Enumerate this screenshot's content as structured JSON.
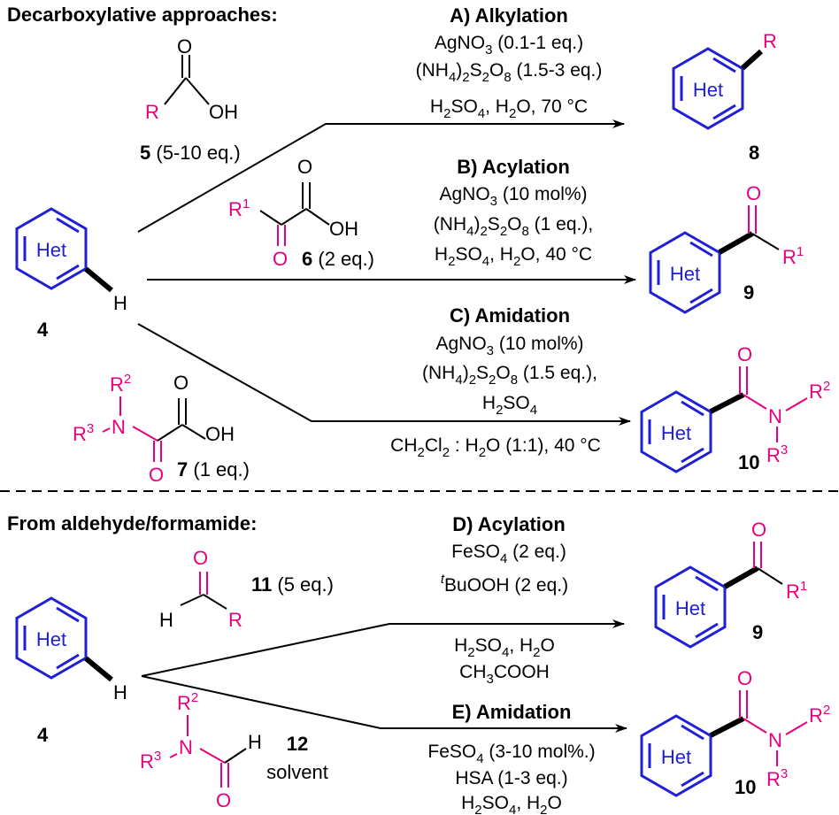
{
  "headers": {
    "top": "Decarboxylative approaches:",
    "bottom": "From aldehyde/formamide:"
  },
  "colors": {
    "substituent": "#e6007e",
    "ring": "#1f1fd6",
    "bond": "#000000"
  },
  "atoms": {
    "het": "Het",
    "h": "H",
    "o": "O",
    "oh": "OH",
    "n": "N",
    "r": "R",
    "r_base": "R",
    "r1_sup": "1",
    "r2_sup": "2",
    "r3_sup": "3"
  },
  "compounds": {
    "c4": "4",
    "c5": "5",
    "c5_eq": " (5-10 eq.)",
    "c6": "6",
    "c6_eq": " (2 eq.)",
    "c7": "7",
    "c7_eq": " (1 eq.)",
    "c8": "8",
    "c9": "9",
    "c10": "10",
    "c11": "11",
    "c11_eq": " (5 eq.)",
    "c12": "12",
    "c12_note": "solvent"
  },
  "reactions": {
    "A": {
      "title": "A) Alkylation",
      "l1_a": "AgNO",
      "l1_s": "3",
      "l1_b": " (0.1-1 eq.)",
      "l2_a": "(NH",
      "l2_s1": "4",
      "l2_b": ")",
      "l2_s2": "2",
      "l2_c": "S",
      "l2_s3": "2",
      "l2_d": "O",
      "l2_s4": "8",
      "l2_e": " (1.5-3 eq.)",
      "l3_a": "H",
      "l3_s1": "2",
      "l3_b": "SO",
      "l3_s2": "4",
      "l3_c": ", H",
      "l3_s3": "2",
      "l3_d": "O, 70  °C"
    },
    "B": {
      "title": "B) Acylation",
      "l1_a": "AgNO",
      "l1_s": "3",
      "l1_b": " (10 mol%)",
      "l2_a": "(NH",
      "l2_s1": "4",
      "l2_b": ")",
      "l2_s2": "2",
      "l2_c": "S",
      "l2_s3": "2",
      "l2_d": "O",
      "l2_s4": "8",
      "l2_e": " (1 eq.),",
      "l3_a": "H",
      "l3_s1": "2",
      "l3_b": "SO",
      "l3_s2": "4",
      "l3_c": ", H",
      "l3_s3": "2",
      "l3_d": "O, 40  °C"
    },
    "C": {
      "title": "C) Amidation",
      "l1_a": "AgNO",
      "l1_s": "3",
      "l1_b": " (10 mol%)",
      "l2_a": "(NH",
      "l2_s1": "4",
      "l2_b": ")",
      "l2_s2": "2",
      "l2_c": "S",
      "l2_s3": "2",
      "l2_d": "O",
      "l2_s4": "8",
      "l2_e": " (1.5 eq.),",
      "l3_a": "H",
      "l3_s1": "2",
      "l3_b": "SO",
      "l3_s2": "4",
      "l4_a": "CH",
      "l4_s1": "2",
      "l4_b": "Cl",
      "l4_s2": "2",
      "l4_c": " : H",
      "l4_s3": "2",
      "l4_d": "O (1:1), 40  °C"
    },
    "D": {
      "title": "D) Acylation",
      "l1_a": "FeSO",
      "l1_s": "4",
      "l1_b": " (2 eq.)",
      "l2_sup": "t",
      "l2_a": "BuOOH (2 eq.)",
      "l3_a": "H",
      "l3_s1": "2",
      "l3_b": "SO",
      "l3_s2": "4",
      "l3_c": ", H",
      "l3_s3": "2",
      "l3_d": "O",
      "l4_a": "CH",
      "l4_s1": "3",
      "l4_b": "COOH"
    },
    "E": {
      "title": "E) Amidation",
      "l1_a": "FeSO",
      "l1_s": "4",
      "l1_b": " (3-10 mol%.)",
      "l2": "HSA (1-3 eq.)",
      "l3_a": "H",
      "l3_s1": "2",
      "l3_b": "SO",
      "l3_s2": "4",
      "l3_c": ", H",
      "l3_s3": "2",
      "l3_d": "O"
    }
  }
}
